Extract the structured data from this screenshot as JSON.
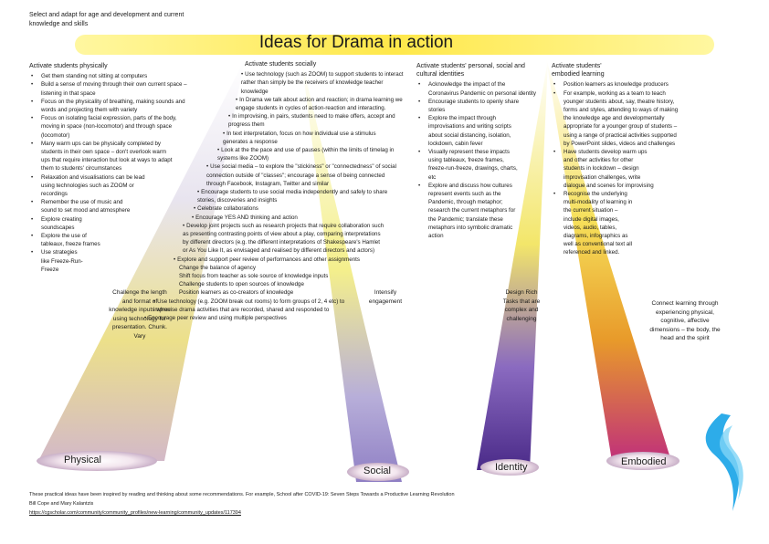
{
  "top_note": "Select and adapt for age and development and current knowledge and skills",
  "title": "Ideas for Drama in action",
  "columns": {
    "physical": {
      "heading": "Activate students physically",
      "items": [
        "Get them standing not sitting at computers",
        "Build a sense of moving through their own current space – listening in that space",
        "Focus on the physicality of breathing, making sounds and words and projecting them with variety",
        "Focus on isolating facial expression, parts of the body, moving in space (non-locomotor) and through space (locomotor)",
        "Many warm ups can be physically completed by students in their own space – don't overlook warm ups that require interaction but look at ways to adapt them to students' circumstances",
        "Relaxation and visualisations can be lead using technologies such as ZOOM or recordings",
        "Remember the use of music and sound to set mood and atmosphere",
        "Explore creating soundscapes",
        "Explore the use of tableaux, freeze frames",
        "Use strategies like Freeze-Run-Freeze"
      ],
      "cone_label": "Challenge the length and format of knowledge inputs when using technology for presentation. Chunk. Vary",
      "bottom_label": "Physical"
    },
    "social": {
      "heading": "Activate students socially",
      "items": [
        {
          "text": "Use technology (such as ZOOM) to support students to interact rather than simply be the receivers of knowledge teacher knowledge",
          "sub": false
        },
        {
          "text": "In Drama we talk about action and reaction; in drama learning we engage students in cycles of action-reaction and interacting.",
          "sub": false
        },
        {
          "text": "In improvising, in pairs, students need to make offers, accept and progress them",
          "sub": false
        },
        {
          "text": "In text interpretation, focus on how individual use a stimulus generates a response",
          "sub": false
        },
        {
          "text": "Look at the the pace and use of pauses (within the limits of timelag in systems like ZOOM)",
          "sub": false
        },
        {
          "text": "Use social media – to explore the \"stickiness\" or \"connectedness\" of social connection outside of \"classes\"; encourage a sense of being connected through Facebook, Instagram, Twitter and similar",
          "sub": false
        },
        {
          "text": "Encourage students to use social media independently and safely to share stories, discoveries and insights",
          "sub": false
        },
        {
          "text": "Celebrate collaborations",
          "sub": false
        },
        {
          "text": "Encourage YES AND thinking and action",
          "sub": false
        },
        {
          "text": "Develop joint projects such as research projects that require collaboration such as presenting contrasting points of view about a play, comparing interpretations by different directors (e.g. the different interpretations of Shakespeare's Hamlet or As You Like It, as envisaged and realised by different directors and actors)",
          "sub": false
        },
        {
          "text": "Explore and support peer review of performances and other assignments",
          "sub": false
        },
        {
          "text": "Change the balance of agency",
          "sub": true
        },
        {
          "text": "Shift focus from teacher as sole source of knowledge inputs",
          "sub": true
        },
        {
          "text": "Challenge students to open sources of knowledge",
          "sub": true
        },
        {
          "text": "Position learners as co-creators of knowledge",
          "sub": true
        },
        {
          "text": "Use technology (e.g. ZOOM break out rooms) to form groups of 2, 4 etc) to improvise drama activities that are recorded, shared and responded to",
          "sub": false
        },
        {
          "text": "Encourage peer review and using multiple perspectives",
          "sub": false
        }
      ],
      "cone_label": "Intensify engagement",
      "bottom_label": "Social"
    },
    "identity": {
      "heading": "Activate students' personal, social and cultural identities",
      "items": [
        "Acknowledge the impact of the Coronavirus Pandemic on personal identity",
        "Encourage students to openly share stories",
        "Explore the impact through improvisations and writing scripts about social distancing, isolation, lockdown, cabin fever",
        "Visually represent these impacts using tableaux, freeze frames, freeze-run-freeze, drawings, charts, etc",
        "Explore and discuss how cultures represent events such as the Pandemic, through metaphor; research the current metaphors for the Pandemic; translate these metaphors into symbolic dramatic action"
      ],
      "cone_label": "Design Rich Tasks that are complex and challenging",
      "bottom_label": "Identity"
    },
    "embodied": {
      "heading": "Activate students' embodied learning",
      "items": [
        "Position learners as knowledge producers",
        "For example, working as a team to teach younger students about, say, theatre history, forms and styles, attending to ways of making the knowledge age and developmentally appropriate for a younger group of students – using a range of practical activities supported by PowerPoint slides, videos and challenges",
        "Have students develop warm ups and other activities for other students in lockdown – design improvisation challenges, write dialogue and scenes for improvising",
        "Recognise the underlying multi-modality of learning in the current situation – include digital images, videos, audio, tables, diagrams, infographics as well as conventional text all referenced and linked."
      ],
      "cone_label": "Connect learning through experiencing physical, cognitive, affective dimensions – the body, the head and the spirit",
      "bottom_label": "Embodied"
    }
  },
  "footer": {
    "line1": "These practical ideas have been inspired by reading and thinking about some recommendations. For example, School after COVID-19: Seven Steps Towards a Productive Learning Revolution",
    "line2": "Bill Cope and Mary Kalantzis",
    "line3": "https://cgscholar.com/community/community_profiles/new-learning/community_updates/117394"
  },
  "colors": {
    "title_bar": "#ffe85a",
    "physical_cone": "#f2e36a",
    "social_cone": "#b8b0d8",
    "identity_cone": "#6a4aa0",
    "embodied_cone": "#e8862a",
    "logo_wave": "#22a8e8"
  }
}
